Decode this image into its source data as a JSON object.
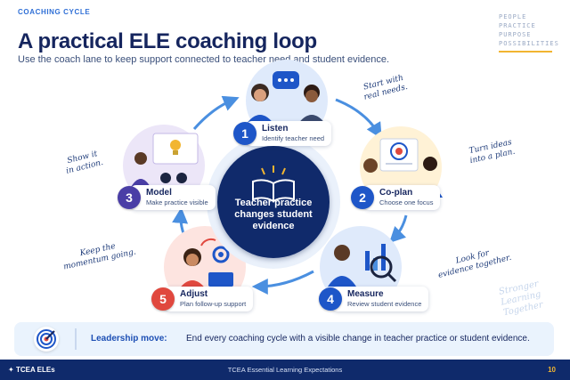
{
  "header": {
    "kicker": "COACHING CYCLE",
    "title": "A practical ELE coaching loop",
    "subtitle": "Use the coach lane to keep support connected to teacher need and student evidence."
  },
  "values": [
    "PEOPLE",
    "PRACTICE",
    "PURPOSE",
    "POSSIBILITIES"
  ],
  "center": {
    "line1": "Teacher practice",
    "line2": "changes student",
    "line3": "evidence"
  },
  "steps": [
    {
      "num": "1",
      "title": "Listen",
      "desc": "Identify teacher need",
      "note": [
        "Start with",
        "real needs."
      ]
    },
    {
      "num": "2",
      "title": "Co-plan",
      "desc": "Choose one focus",
      "note": [
        "Turn ideas",
        "into a plan."
      ]
    },
    {
      "num": "3",
      "title": "Model",
      "desc": "Make practice visible",
      "note": [
        "Show it",
        "in action."
      ]
    },
    {
      "num": "4",
      "title": "Measure",
      "desc": "Review student evidence",
      "note": [
        "Look for",
        "evidence together."
      ]
    },
    {
      "num": "5",
      "title": "Adjust",
      "desc": "Plan follow-up support",
      "note": [
        "Keep the",
        "momentum going."
      ]
    }
  ],
  "watermark": [
    "Stronger",
    "Learning",
    "Together"
  ],
  "callout": {
    "label": "Leadership move:",
    "message": "End every coaching cycle with a visible change in teacher practice or student evidence."
  },
  "footer": {
    "brand": "TCEA ELEs",
    "center": "TCEA Essential Learning Expectations",
    "page": "10"
  },
  "colors": {
    "navy": "#102a6b",
    "blue": "#2f6fd6",
    "step1": "#1e56c8",
    "step2": "#1e56c8",
    "step3": "#4a3ea6",
    "step4": "#1e56c8",
    "step5": "#e0483e",
    "accent": "#f2b531"
  }
}
